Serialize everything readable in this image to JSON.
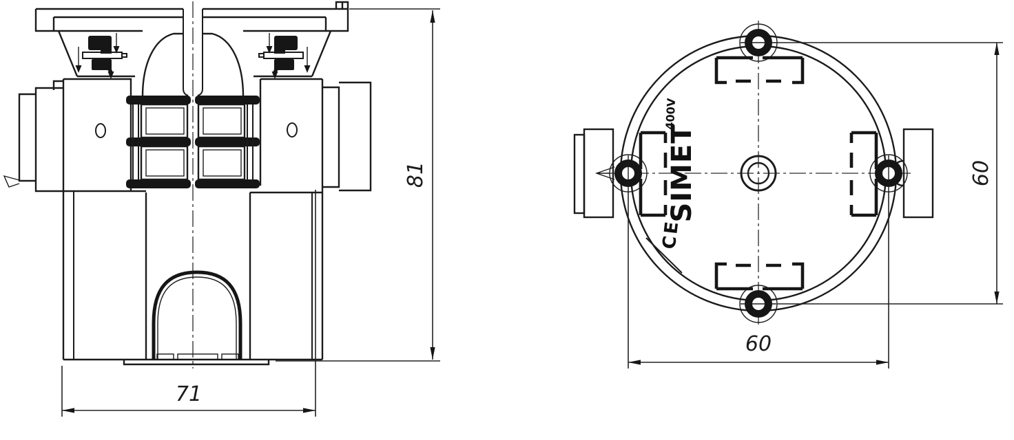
{
  "colors": {
    "background": "#ffffff",
    "ink": "#1b1b1b"
  },
  "front_view": {
    "dimensions": {
      "width": {
        "value": "71"
      },
      "height": {
        "value": "81"
      }
    }
  },
  "top_view": {
    "markings": {
      "brand": "SIMET",
      "voltage": "400V",
      "certification": "CE"
    },
    "dimensions": {
      "mount_width": {
        "value": "60"
      },
      "mount_height": {
        "value": "60"
      }
    }
  }
}
